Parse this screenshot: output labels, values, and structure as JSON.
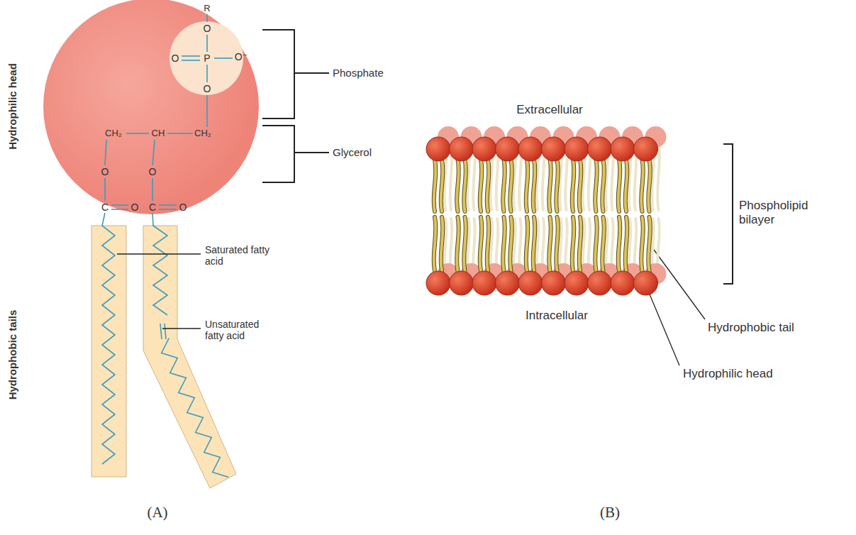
{
  "diagram": {
    "labels": [
      "Hydrophilic head",
      "Hydrophobic tails",
      "R",
      "O",
      "O",
      "P",
      "O⁻",
      "O",
      "CH₂",
      "CH",
      "CH₂",
      "O",
      "O",
      "C",
      "O",
      "C",
      "O",
      "Phosphate",
      "Glycerol",
      "Saturated fatty acid",
      "Unsaturated fatty acid",
      "Extracellular",
      "Intracellular",
      "Phospholipid bilayer",
      "Hydrophobic tail",
      "Hydrophilic head",
      "(A)",
      "(B)"
    ]
  }
}
